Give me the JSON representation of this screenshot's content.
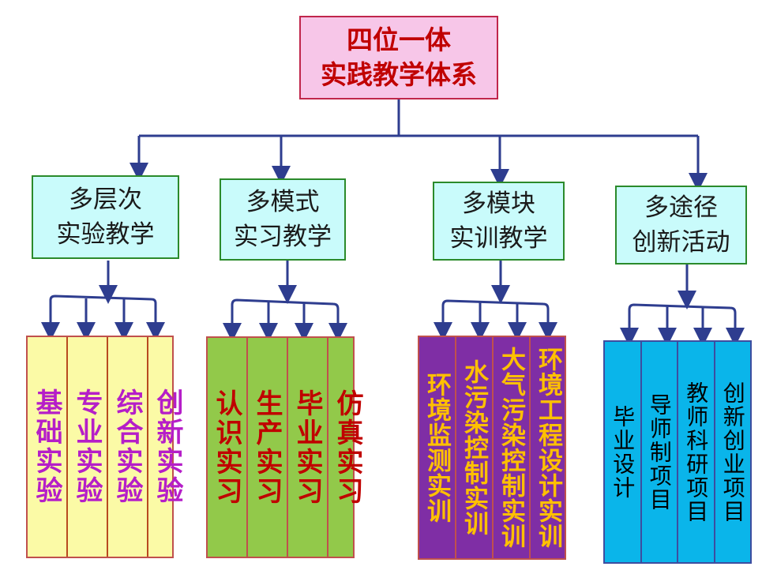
{
  "root": {
    "line1": "四位一体",
    "line2": "实践教学体系"
  },
  "categories": [
    {
      "line1": "多层次",
      "line2": "实验教学",
      "items": [
        "基础实验",
        "专业实验",
        "综合实验",
        "创新实验"
      ]
    },
    {
      "line1": "多模式",
      "line2": "实习教学",
      "items": [
        "认识实习",
        "生产实习",
        "毕业实习",
        "仿真实习"
      ]
    },
    {
      "line1": "多模块",
      "line2": "实训教学",
      "items": [
        "环境监测实训",
        "水污染控制实训",
        "大气污染控制实训",
        "环境工程设计实训"
      ]
    },
    {
      "line1": "多途径",
      "line2": "创新活动",
      "items": [
        "毕业设计",
        "导师制项目",
        "教师科研项目",
        "创新创业项目"
      ]
    }
  ],
  "colors": {
    "line": "#2e3d8f",
    "root_fill": "#f7c6e8",
    "category_fill": "#c9fbfb",
    "group1_fill": "#fbfaa6",
    "group2_fill": "#92c94a",
    "group3_fill": "#7f2ea5",
    "group4_fill": "#0ab5ea"
  }
}
